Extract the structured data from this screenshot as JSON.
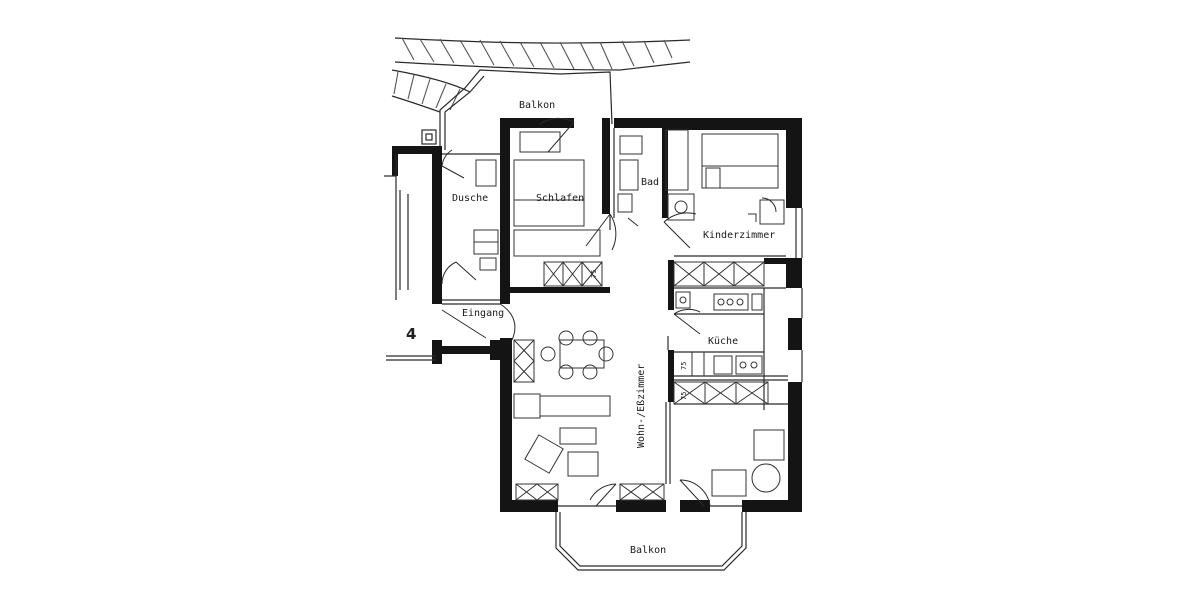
{
  "plan": {
    "rooms": {
      "balkon_top": "Balkon",
      "dusche": "Dusche",
      "schlafen": "Schlafen",
      "bad": "Bad",
      "kinderzimmer": "Kinderzimmer",
      "eingang": "Eingang",
      "kueche": "Küche",
      "wohn": "Wohn-/Eßzimmer",
      "balkon_bottom": "Balkon"
    },
    "apartment_number": "4",
    "counter_marks": [
      "75",
      "75",
      "75"
    ]
  },
  "colors": {
    "wall": "#141414",
    "line": "#2a2a2a",
    "background": "#ffffff"
  }
}
